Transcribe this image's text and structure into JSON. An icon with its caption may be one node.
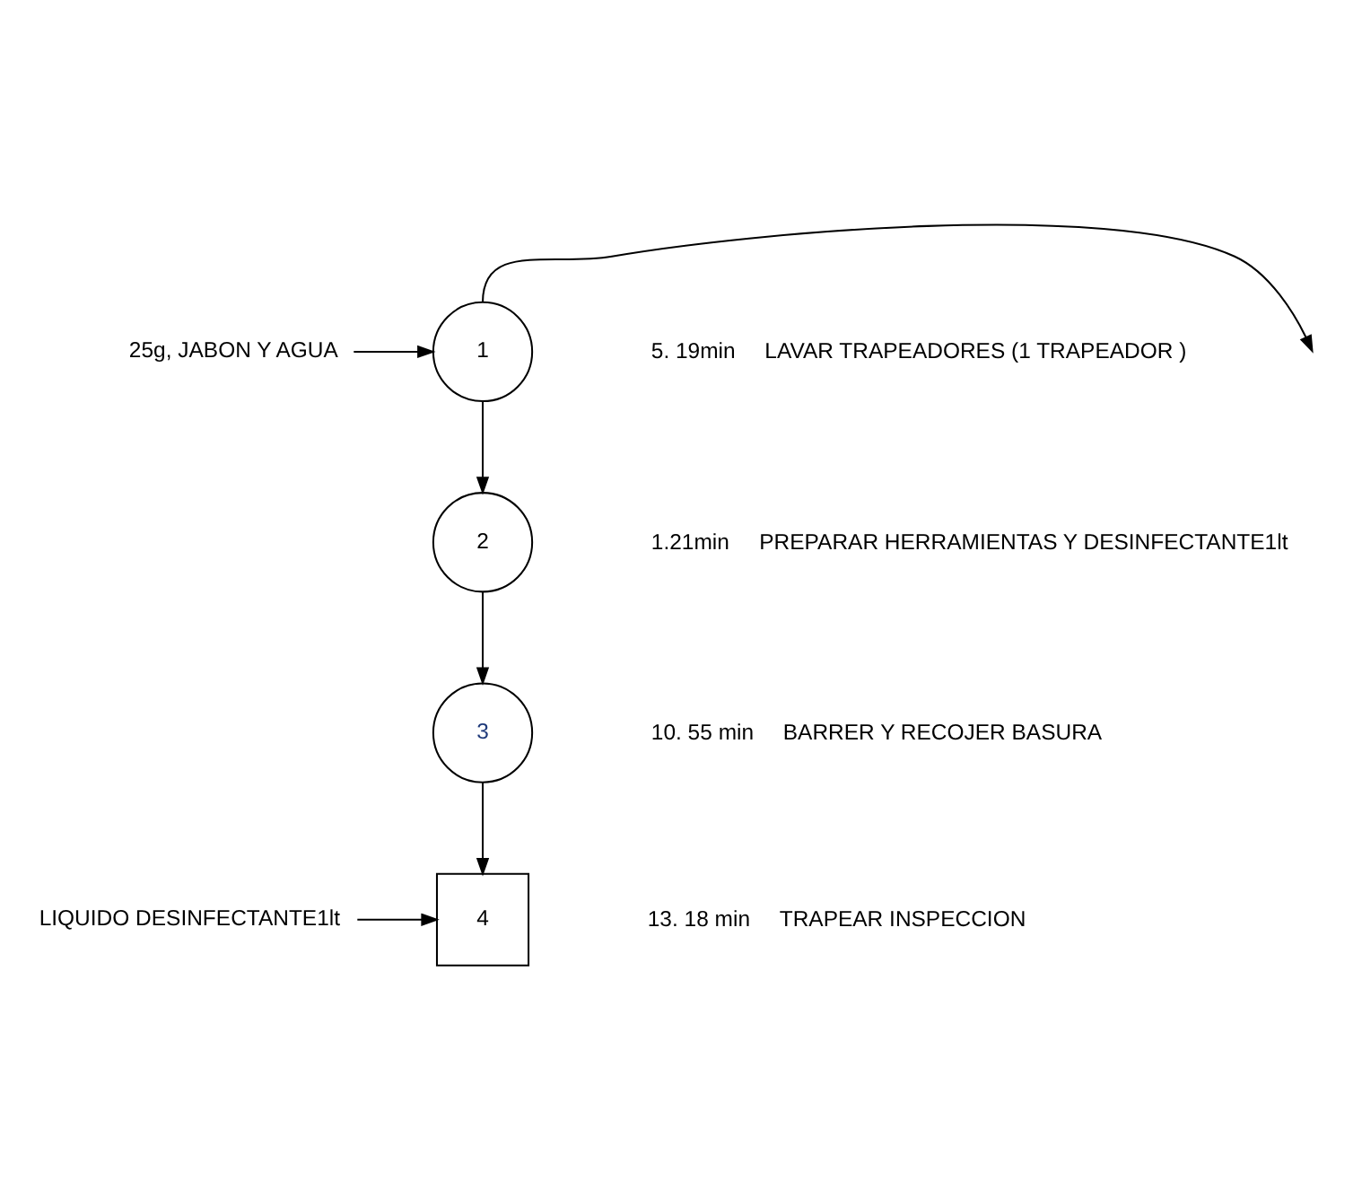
{
  "diagram": {
    "nodes": [
      {
        "text": [
          "25g, JABON Y AGUA"
        ]
      },
      {
        "text": [
          "1"
        ],
        "beside": [
          "5. 19min",
          "LAVAR TRAPEADORES (1 TRAPEADOR )"
        ]
      },
      {
        "text": [
          "2"
        ],
        "beside": [
          "1.21min",
          "PREPARAR HERRAMIENTAS Y DESINFECTANTE1lt"
        ]
      },
      {
        "text": [
          "3"
        ],
        "beside": [
          "10. 55 min",
          "BARRER Y RECOJER BASURA"
        ]
      },
      {
        "text": [
          "LIQUIDO DESINFECTANTE1lt"
        ]
      },
      {
        "text": [
          "4"
        ],
        "beside": [
          "13. 18 min",
          "TRAPEAR INSPECCION"
        ]
      }
    ],
    "edges": [
      {
        "from": 0,
        "to": 1,
        "arrow": "to"
      },
      {
        "from": 1,
        "to": null,
        "arrow": "to"
      },
      {
        "from": 1,
        "to": 2,
        "arrow": "to"
      },
      {
        "from": 2,
        "to": 3,
        "arrow": "to"
      },
      {
        "from": 4,
        "to": 5,
        "arrow": "to"
      },
      {
        "from": 3,
        "to": 5,
        "arrow": "to"
      }
    ]
  }
}
